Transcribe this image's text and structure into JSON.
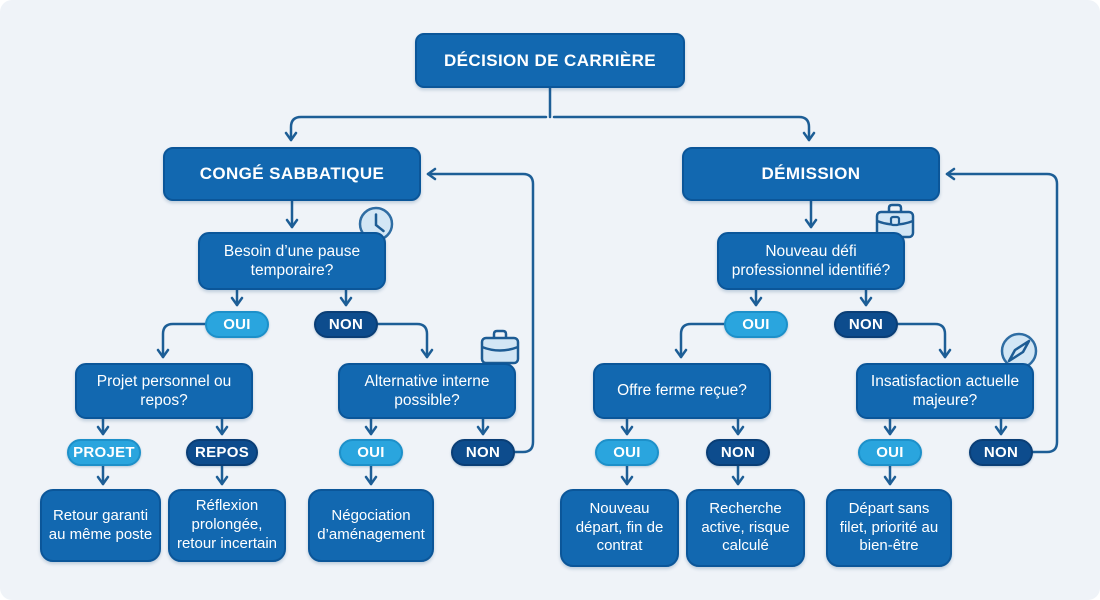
{
  "root": {
    "label": "DÉCISION DE CARRIÈRE"
  },
  "left_branch": {
    "header": "CONGÉ SABBATIQUE",
    "question_pause": "Besoin d’une pause temporaire?",
    "pause_icon": "clock-icon",
    "pause_yes": "OUI",
    "pause_no": "NON",
    "question_project": "Projet personnel ou repos?",
    "project_label": "PROJET",
    "rest_label": "REPOS",
    "leaf_return": "Retour garanti au même poste",
    "leaf_reflection": "Réflexion prolongée, retour incertain",
    "question_alternative": "Alternative interne possible?",
    "alternative_icon": "suitcase-icon",
    "alternative_yes": "OUI",
    "alternative_no": "NON",
    "leaf_negotiation": "Négociation d’aménagement"
  },
  "right_branch": {
    "header": "DÉMISSION",
    "question_challenge": "Nouveau défi professionnel identifié?",
    "challenge_icon": "briefcase-icon",
    "challenge_yes": "OUI",
    "challenge_no": "NON",
    "question_offer": "Offre ferme reçue?",
    "offer_yes": "OUI",
    "offer_no": "NON",
    "leaf_new_start": "Nouveau départ, fin de contrat",
    "leaf_search": "Recherche active, risque calculé",
    "question_dissatisfaction": "Insatisfaction actuelle majeure?",
    "dissatisfaction_icon": "compass-icon",
    "dissatisfaction_yes": "OUI",
    "dissatisfaction_no": "NON",
    "leaf_no_net": "Départ sans filet, priorité au bien-être"
  },
  "colors": {
    "background": "#eff3f8",
    "node_fill": "#1268b0",
    "node_border": "#0b5699",
    "yes_fill": "#2aa5de",
    "no_fill": "#0d4c8d",
    "connector": "#1d5e96",
    "icon_fill": "#d2e6f5",
    "text": "#ffffff"
  }
}
